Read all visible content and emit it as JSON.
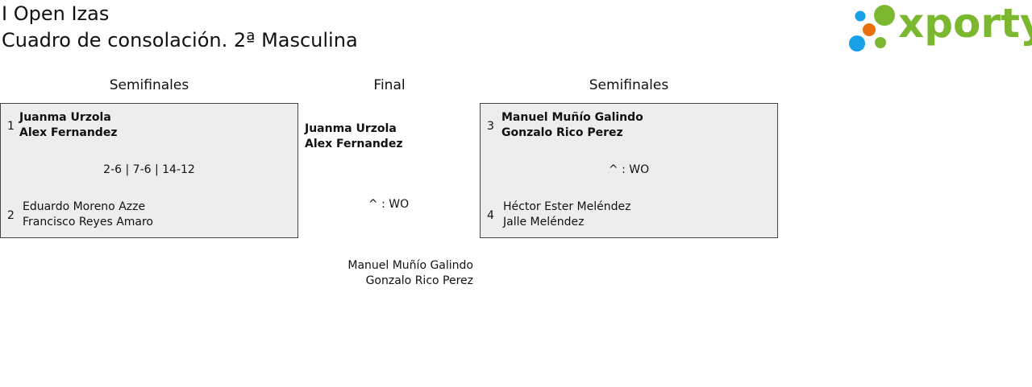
{
  "header": {
    "title": "I Open Izas",
    "subtitle": "Cuadro de consolación. 2ª Masculina",
    "logo_text": "xporty"
  },
  "rounds": {
    "left": "Semifinales",
    "center": "Final",
    "right": "Semifinales"
  },
  "matches": [
    {
      "top": {
        "seed": "1",
        "p1": "Juanma Urzola",
        "p2": "Alex Fernandez"
      },
      "score": "2-6 | 7-6 | 14-12",
      "bottom": {
        "seed": "2",
        "p1": "Eduardo Moreno Azze",
        "p2": "Francisco Reyes Amaro"
      }
    },
    {
      "top": {
        "seed": "3",
        "p1": "Manuel Muñío Galindo",
        "p2": "Gonzalo Rico Perez"
      },
      "score": "^ : WO",
      "bottom": {
        "seed": "4",
        "p1": "Héctor Ester Meléndez",
        "p2": "Jalle Meléndez"
      }
    }
  ],
  "final": {
    "top": {
      "p1": "Juanma Urzola",
      "p2": "Alex Fernandez"
    },
    "score": "^ : WO",
    "bottom": {
      "p1": "Manuel Muñío Galindo",
      "p2": "Gonzalo Rico Perez"
    }
  },
  "colors": {
    "green": "#7cb82f",
    "blue": "#1aa0e6",
    "orange": "#e8710e"
  }
}
